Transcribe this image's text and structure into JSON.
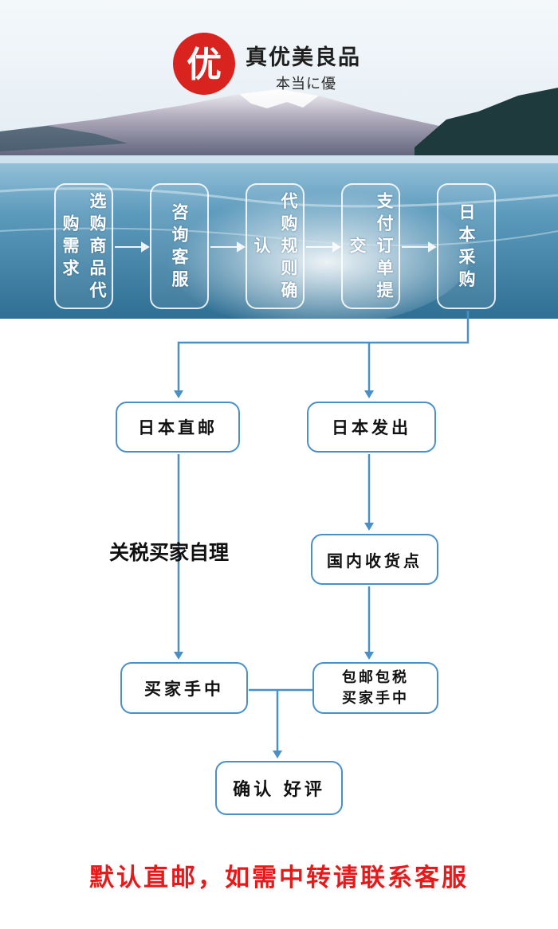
{
  "brand": {
    "logo_char": "优",
    "name": "真优美良品",
    "tagline": "本当に優"
  },
  "colors": {
    "logo_red": "#d8231e",
    "flow_blue": "#4a90c8",
    "notice_red": "#e61a1a"
  },
  "steps": [
    {
      "label": "选购商品代购需求"
    },
    {
      "label": "咨询客服"
    },
    {
      "label": "代购规则确认"
    },
    {
      "label": "支付订单提交"
    },
    {
      "label": "日本采购"
    }
  ],
  "flow": {
    "direct_mail": "日本直邮",
    "ship_from_japan": "日本发出",
    "domestic_receiving": "国内收货点",
    "buyer_receives": "买家手中",
    "free_shipping_tax": "包邮包税\n买家手中",
    "confirm_review": "确认 好评",
    "customs_note": "关税买家自理"
  },
  "footer": {
    "notice": "默认直邮，如需中转请联系客服"
  }
}
